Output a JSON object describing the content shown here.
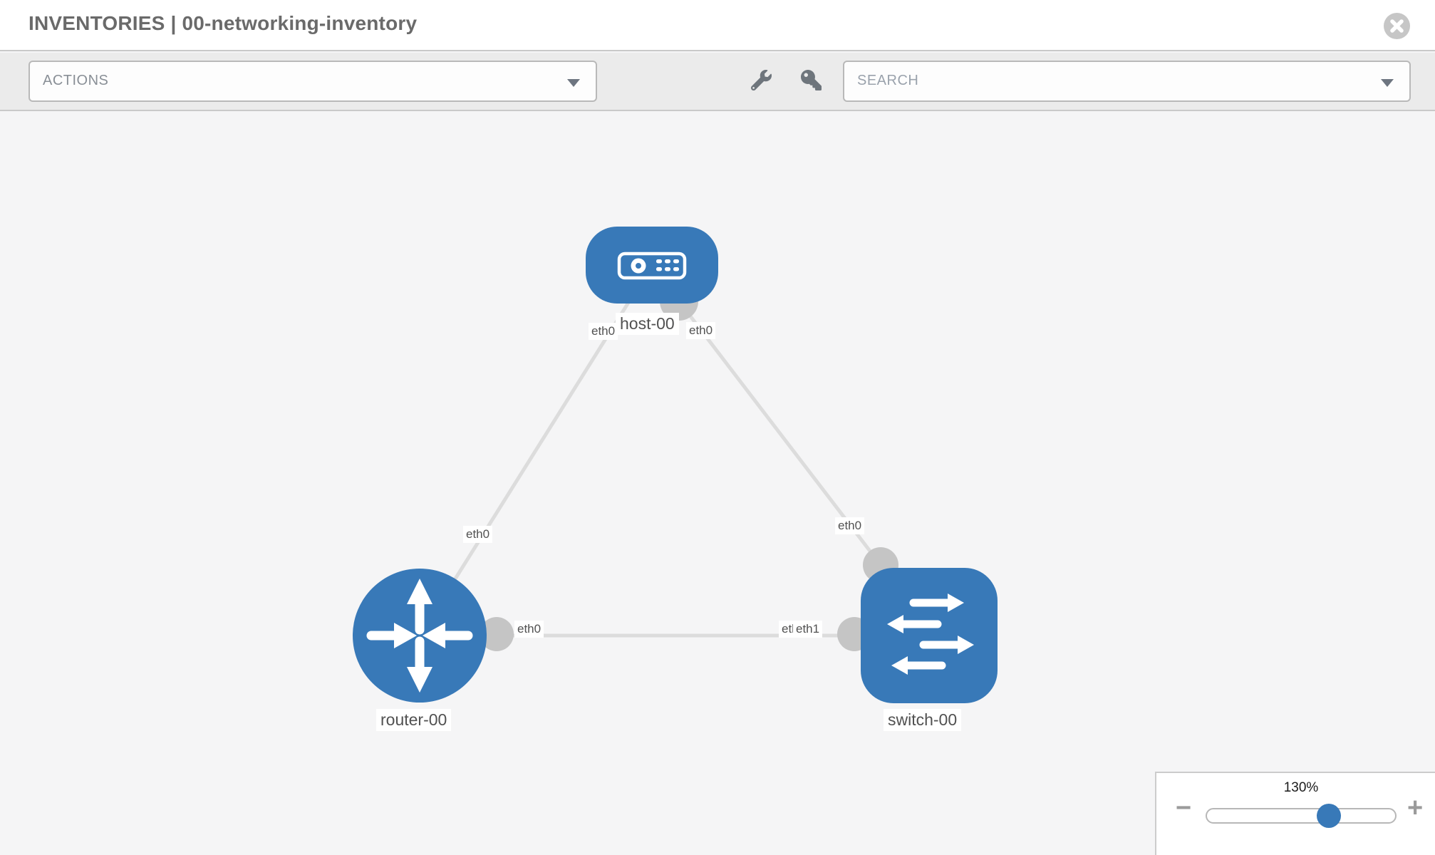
{
  "header": {
    "title": "INVENTORIES | 00-networking-inventory"
  },
  "toolbar": {
    "actions_label": "ACTIONS",
    "search_label": "SEARCH"
  },
  "topology": {
    "nodes": [
      {
        "id": "host-00",
        "label": "host-00",
        "type": "host"
      },
      {
        "id": "router-00",
        "label": "router-00",
        "type": "router"
      },
      {
        "id": "switch-00",
        "label": "switch-00",
        "type": "switch"
      }
    ],
    "links": [
      {
        "source": "host-00",
        "source_interface": "eth0",
        "target": "router-00",
        "target_interface": "eth0"
      },
      {
        "source": "host-00",
        "source_interface": "eth0",
        "target": "switch-00",
        "target_interface": "eth0"
      },
      {
        "source": "router-00",
        "source_interface": "eth0",
        "target": "switch-00",
        "target_interface": "eth1"
      }
    ],
    "port_labels": {
      "host_to_router": "eth0",
      "host_to_switch": "eth0",
      "router_to_host": "eth0",
      "switch_to_host": "eth0",
      "router_to_switch": "eth0",
      "switch_to_router_hidden": "eth0",
      "switch_to_router": "eth1"
    }
  },
  "zoom_control": {
    "level": "130%",
    "minus_label": "−",
    "plus_label": "+"
  },
  "colors": {
    "node_blue": "#3879b8",
    "link_gray": "#dcdcdc",
    "connector_gray": "#c5c5c5",
    "canvas_bg": "#f5f5f6"
  }
}
